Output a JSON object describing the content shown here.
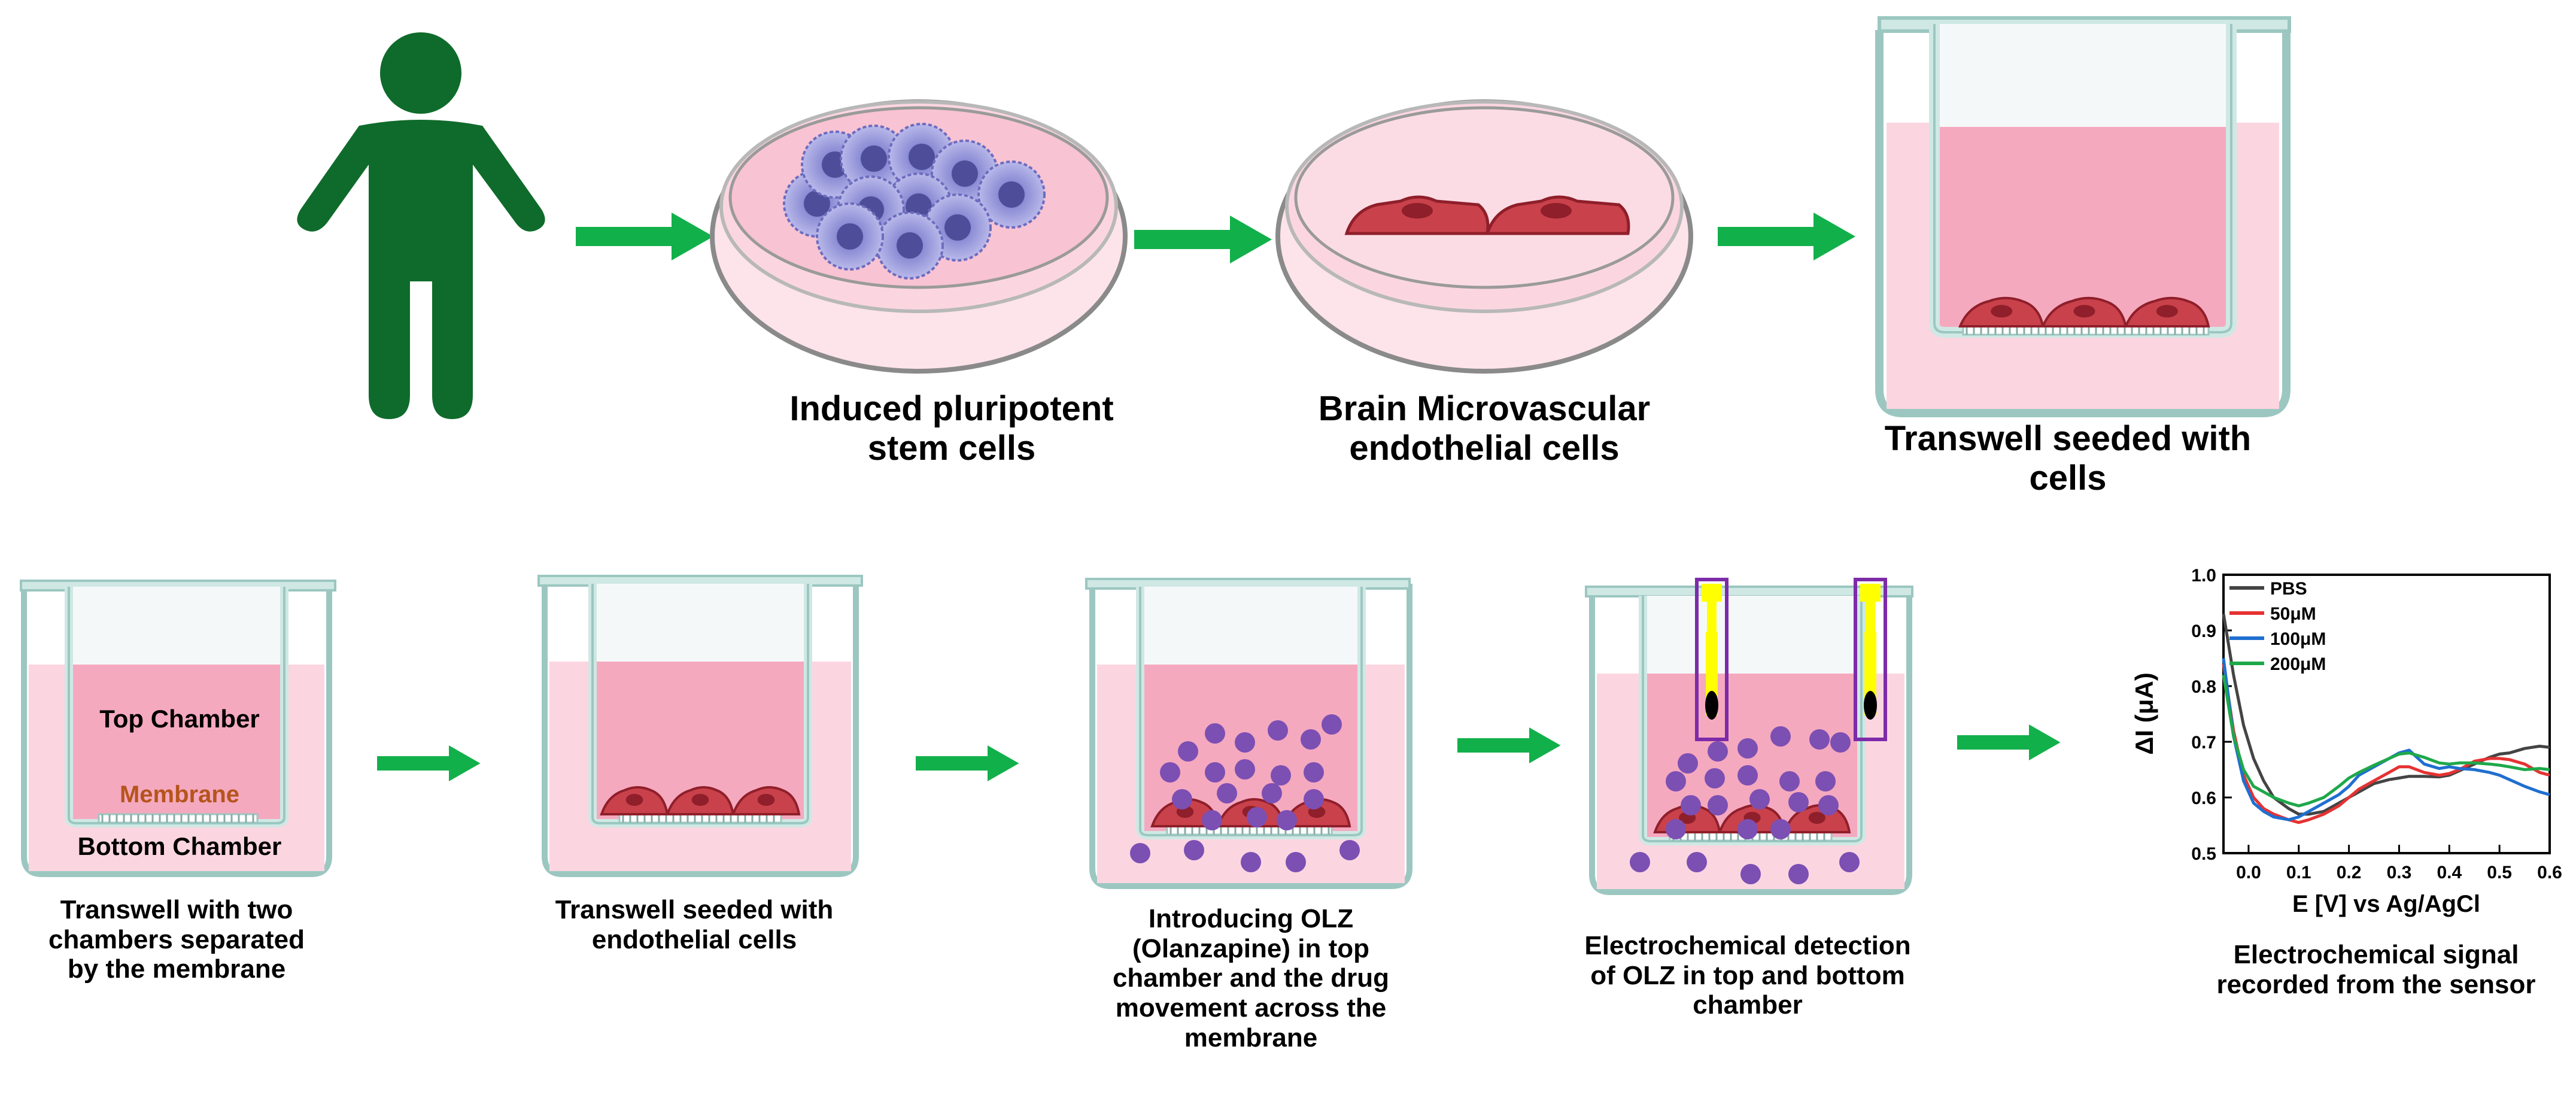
{
  "labels": {
    "ipsc": "Induced pluripotent\nstem cells",
    "bmec": "Brain Microvascular\nendothelial cells",
    "transwell_seeded_cells": "Transwell seeded with\ncells",
    "transwell_two_chambers": "Transwell with two\nchambers separated\nby the membrane",
    "transwell_seeded_endothelial": "Transwell seeded with\nendothelial cells",
    "introducing_olz": "Introducing OLZ\n(Olanzapine) in top\nchamber and the drug\nmovement across the\nmembrane",
    "electrochemical_detection": "Electrochemical detection\nof OLZ in top and bottom\nchamber",
    "signal_recorded": "Electrochemical signal\nrecorded from the sensor"
  },
  "transwell_labels": {
    "top_chamber": "Top Chamber",
    "membrane": "Membrane",
    "bottom_chamber": "Bottom Chamber"
  },
  "colors": {
    "arrow": "#12b04a",
    "person": "#0f6b2b",
    "medium_light": "#fbd6e1",
    "medium_dark": "#f5a9bf",
    "insert_wall": "#cfe8e4",
    "insert_outline": "#9cc7c1",
    "cell": "#c9414b",
    "cell_outline": "#8f1f2a",
    "stem_cell": "#8e8fd6",
    "drug": "#7c4fb3",
    "electrode": "#ffff00",
    "electrode_frame": "#7d2ba8",
    "membrane_text": "#b5541c"
  },
  "chart_data": {
    "type": "line",
    "xlabel": "E [V] vs Ag/AgCl",
    "ylabel": "ΔI (μA)",
    "xlim": [
      -0.05,
      0.6
    ],
    "ylim": [
      0.5,
      1.0
    ],
    "xticks": [
      "0.0",
      "0.1",
      "0.2",
      "0.3",
      "0.4",
      "0.5",
      "0.6"
    ],
    "yticks": [
      "0.5",
      "0.6",
      "0.7",
      "0.8",
      "0.9",
      "1.0"
    ],
    "legend_position": "top-left",
    "series": [
      {
        "name": "PBS",
        "color": "#444444",
        "x": [
          -0.05,
          -0.03,
          -0.01,
          0.01,
          0.03,
          0.05,
          0.08,
          0.1,
          0.12,
          0.15,
          0.18,
          0.2,
          0.22,
          0.25,
          0.28,
          0.3,
          0.32,
          0.35,
          0.38,
          0.4,
          0.42,
          0.45,
          0.48,
          0.5,
          0.52,
          0.55,
          0.58,
          0.6
        ],
        "y": [
          0.93,
          0.82,
          0.73,
          0.67,
          0.63,
          0.6,
          0.58,
          0.57,
          0.57,
          0.575,
          0.59,
          0.6,
          0.61,
          0.625,
          0.632,
          0.635,
          0.638,
          0.638,
          0.637,
          0.64,
          0.648,
          0.66,
          0.672,
          0.678,
          0.68,
          0.688,
          0.692,
          0.69
        ]
      },
      {
        "name": "50μM",
        "color": "#e63232",
        "x": [
          -0.05,
          -0.03,
          -0.01,
          0.01,
          0.03,
          0.05,
          0.08,
          0.1,
          0.12,
          0.15,
          0.18,
          0.2,
          0.22,
          0.25,
          0.28,
          0.3,
          0.32,
          0.35,
          0.38,
          0.4,
          0.42,
          0.45,
          0.48,
          0.5,
          0.52,
          0.55,
          0.58,
          0.6
        ],
        "y": [
          0.84,
          0.72,
          0.64,
          0.6,
          0.58,
          0.57,
          0.56,
          0.555,
          0.56,
          0.57,
          0.585,
          0.6,
          0.615,
          0.63,
          0.645,
          0.655,
          0.655,
          0.645,
          0.64,
          0.643,
          0.65,
          0.665,
          0.67,
          0.67,
          0.668,
          0.66,
          0.645,
          0.64
        ]
      },
      {
        "name": "100μM",
        "color": "#1f6fd0",
        "x": [
          -0.05,
          -0.03,
          -0.01,
          0.01,
          0.03,
          0.05,
          0.08,
          0.1,
          0.12,
          0.15,
          0.18,
          0.2,
          0.22,
          0.25,
          0.28,
          0.3,
          0.32,
          0.35,
          0.38,
          0.4,
          0.42,
          0.45,
          0.48,
          0.5,
          0.52,
          0.55,
          0.58,
          0.6
        ],
        "y": [
          0.85,
          0.71,
          0.63,
          0.59,
          0.575,
          0.565,
          0.56,
          0.565,
          0.575,
          0.59,
          0.605,
          0.62,
          0.64,
          0.655,
          0.67,
          0.68,
          0.685,
          0.66,
          0.652,
          0.655,
          0.652,
          0.65,
          0.645,
          0.64,
          0.632,
          0.62,
          0.61,
          0.605
        ]
      },
      {
        "name": "200μM",
        "color": "#1fa84a",
        "x": [
          -0.05,
          -0.03,
          -0.01,
          0.01,
          0.03,
          0.05,
          0.08,
          0.1,
          0.12,
          0.15,
          0.18,
          0.2,
          0.22,
          0.25,
          0.28,
          0.3,
          0.32,
          0.35,
          0.38,
          0.4,
          0.42,
          0.45,
          0.48,
          0.5,
          0.52,
          0.55,
          0.58,
          0.6
        ],
        "y": [
          0.82,
          0.71,
          0.65,
          0.62,
          0.61,
          0.6,
          0.59,
          0.585,
          0.59,
          0.6,
          0.62,
          0.635,
          0.645,
          0.658,
          0.67,
          0.678,
          0.68,
          0.672,
          0.662,
          0.66,
          0.662,
          0.662,
          0.66,
          0.658,
          0.655,
          0.65,
          0.652,
          0.65
        ]
      }
    ]
  }
}
